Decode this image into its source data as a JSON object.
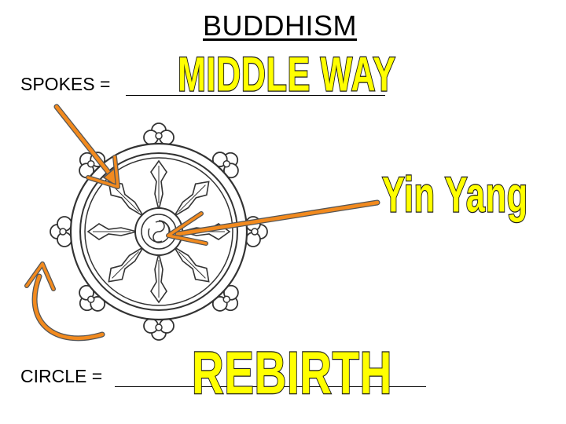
{
  "slide": {
    "title": "BUDDHISM",
    "spokes_label": "SPOKES =",
    "circle_label": "CIRCLE =",
    "answers": {
      "spokes": "MIDDLE WAY",
      "center": "Yin Yang",
      "circle": "REBIRTH"
    },
    "colors": {
      "answer_fill": "#ffff00",
      "answer_outline": "#1a1a1a",
      "arrow": "#f28a1e",
      "arrow_outline": "#555555",
      "wheel_stroke": "#333333"
    },
    "icons": [
      "dharma-wheel-icon",
      "arrow-icon",
      "curved-arrow-icon"
    ]
  }
}
